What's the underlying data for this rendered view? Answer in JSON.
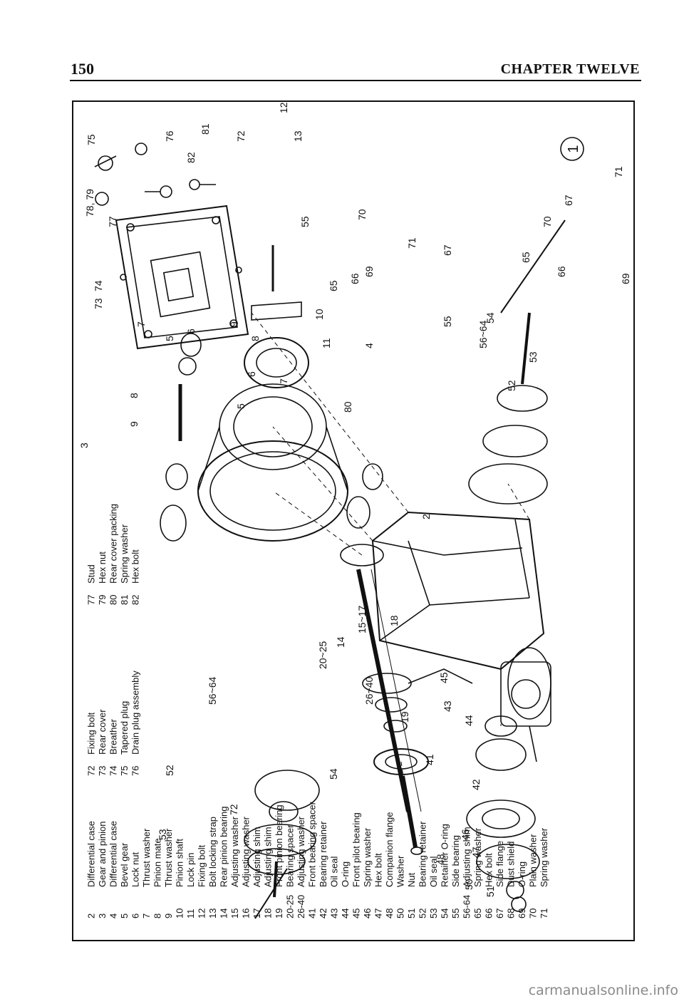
{
  "header": {
    "page_number": "150",
    "chapter_title": "CHAPTER TWELVE"
  },
  "figure": {
    "figure_number": "1"
  },
  "legend": {
    "col1": [
      {
        "num": "2",
        "name": "Differential case"
      },
      {
        "num": "3",
        "name": "Gear and pinion"
      },
      {
        "num": "4",
        "name": "Differential case"
      },
      {
        "num": "5",
        "name": "Bevel gear"
      },
      {
        "num": "6",
        "name": "Lock nut"
      },
      {
        "num": "7",
        "name": "Thrust washer"
      },
      {
        "num": "8",
        "name": "Pinion mate"
      },
      {
        "num": "9",
        "name": "Thrust washer"
      },
      {
        "num": "10",
        "name": "Pinion shaft"
      },
      {
        "num": "11",
        "name": "Lock pin"
      },
      {
        "num": "12",
        "name": "Fixing bolt"
      },
      {
        "num": "13",
        "name": "Bolt locking strap"
      },
      {
        "num": "14",
        "name": "Rear pinion bearing"
      },
      {
        "num": "15",
        "name": "Adjusting washer"
      },
      {
        "num": "16",
        "name": "Adjusting washer"
      },
      {
        "num": "17",
        "name": "Adjusting shim"
      },
      {
        "num": "18",
        "name": "Adjusting shim"
      },
      {
        "num": "19",
        "name": "Front pinion bearing"
      },
      {
        "num": "20-25",
        "name": "Bearing spacer"
      },
      {
        "num": "26-40",
        "name": "Adjusting washer"
      },
      {
        "num": "41",
        "name": "Front bearing spacer"
      },
      {
        "num": "42",
        "name": "Bearing retainer"
      },
      {
        "num": "43",
        "name": "Oil seal"
      },
      {
        "num": "44",
        "name": "O-ring"
      },
      {
        "num": "45",
        "name": "Front pilot bearing"
      },
      {
        "num": "46",
        "name": "Spring washer"
      },
      {
        "num": "47",
        "name": "Hex bolt"
      },
      {
        "num": "48",
        "name": "Companion flange"
      },
      {
        "num": "50",
        "name": "Washer"
      },
      {
        "num": "51",
        "name": "Nut"
      },
      {
        "num": "52",
        "name": "Bearing retainer"
      },
      {
        "num": "53",
        "name": "Oil seal"
      },
      {
        "num": "54",
        "name": "Retainer O-ring"
      },
      {
        "num": "55",
        "name": "Side bearing"
      },
      {
        "num": "56-64",
        "name": "Adjusting shim"
      },
      {
        "num": "65",
        "name": "Spring washer"
      },
      {
        "num": "66",
        "name": "Hex bolt"
      },
      {
        "num": "67",
        "name": "Side flange"
      },
      {
        "num": "68",
        "name": "Dust shield"
      },
      {
        "num": "69",
        "name": "O-ring"
      },
      {
        "num": "70",
        "name": "Plain washer"
      },
      {
        "num": "71",
        "name": "Spring washer"
      }
    ],
    "col2": [
      {
        "num": "72",
        "name": "Fixing bolt"
      },
      {
        "num": "73",
        "name": "Rear cover"
      },
      {
        "num": "74",
        "name": "Breather"
      },
      {
        "num": "75",
        "name": "Tapered plug"
      },
      {
        "num": "76",
        "name": "Drain plug assembly"
      }
    ],
    "col3": [
      {
        "num": "77",
        "name": "Stud"
      },
      {
        "num": "79",
        "name": "Hex nut"
      },
      {
        "num": "80",
        "name": "Rear cover packing"
      },
      {
        "num": "81",
        "name": "Spring washer"
      },
      {
        "num": "82",
        "name": "Hex bolt"
      }
    ]
  },
  "callouts": [
    "78, 79",
    "75",
    "77",
    "76",
    "74",
    "82",
    "81",
    "12",
    "13",
    "55",
    "73",
    "9",
    "8",
    "7",
    "5",
    "6",
    "11",
    "10",
    "4",
    "72",
    "70",
    "69",
    "71",
    "67",
    "66",
    "65",
    "53",
    "52",
    "56~64",
    "54",
    "3",
    "80",
    "2",
    "14",
    "15~17",
    "18",
    "20~25",
    "26~40",
    "19",
    "41",
    "42",
    "45",
    "43",
    "44",
    "46",
    "47",
    "48",
    "50",
    "51",
    "55",
    "56~64",
    "54",
    "52",
    "53",
    "72",
    "71",
    "69",
    "67",
    "70",
    "65",
    "66",
    "7",
    "5",
    "6",
    "8",
    "9"
  ],
  "watermark": "carmanualsonline.info"
}
